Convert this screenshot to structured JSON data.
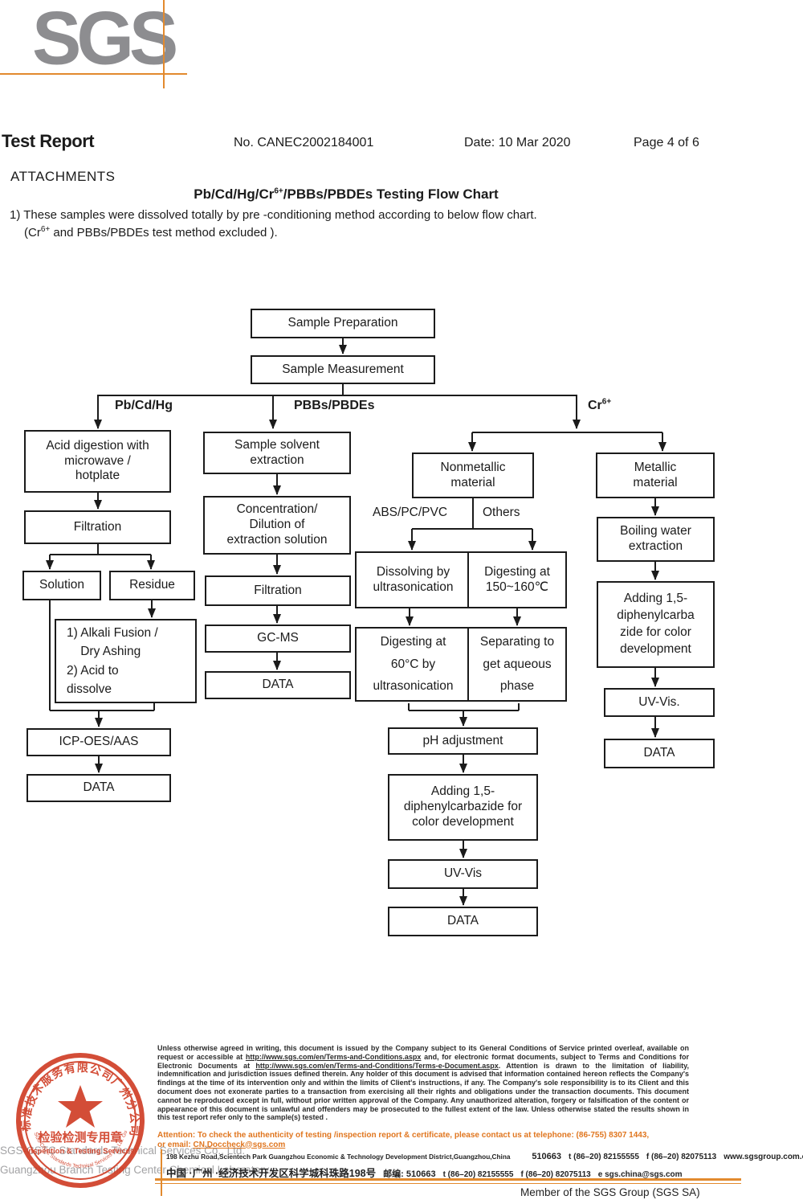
{
  "header": {
    "logo_text": "SGS",
    "title": "Test Report",
    "report_no": "No. CANEC2002184001",
    "date": "Date: 10 Mar 2020",
    "page": "Page 4 of 6"
  },
  "attachments": {
    "heading": "ATTACHMENTS",
    "chart_title": {
      "pre": "Pb/Cd/Hg/Cr",
      "sup": "6+",
      "post": "/PBBs/PBDEs Testing Flow Chart"
    },
    "note1": "1) These samples were dissolved totally by pre -conditioning method according to below flow chart.",
    "note2": {
      "pre": "(Cr",
      "sup": "6+",
      "post": " and PBBs/PBDEs test method excluded )."
    }
  },
  "flowchart": {
    "branch_labels": {
      "left": "Pb/Cd/Hg",
      "middle": "PBBs/PBDEs",
      "right_base": "Cr",
      "right_sup": "6+",
      "abs_pc_pvc": "ABS/PC/PVC",
      "others": "Others"
    },
    "boxes": {
      "sample_preparation": "Sample Preparation",
      "sample_measurement": "Sample Measurement",
      "acid_digestion": "Acid digestion with\nmicrowave /\nhotplate",
      "filtration_left": "Filtration",
      "solution": "Solution",
      "residue": "Residue",
      "alkali": "1) Alkali Fusion /\n    Dry Ashing\n2) Acid to\ndissolve",
      "icp_oes_aas": "ICP-OES/AAS",
      "data_left": "DATA",
      "sample_solvent_extraction": "Sample solvent\nextraction",
      "concentration_dilution": "Concentration/\nDilution of\nextraction solution",
      "filtration_mid": "Filtration",
      "gc_ms": "GC-MS",
      "data_mid": "DATA",
      "nonmetallic": "Nonmetallic\nmaterial",
      "metallic": "Metallic\nmaterial",
      "dissolving_ultrasonication": "Dissolving by\nultrasonication",
      "digesting_150_160": "Digesting at\n150~160℃",
      "digesting_60": "Digesting at\n60°C by\nultrasonication",
      "separating_aqueous": "Separating to\nget aqueous\nphase",
      "ph_adjustment": "pH adjustment",
      "adding_dpc_mid": "Adding 1,5-\ndiphenylcarbazide for\ncolor development",
      "uv_vis_mid": "UV-Vis",
      "data_bottom": "DATA",
      "boiling_water": "Boiling water\nextraction",
      "adding_dpc_right": "Adding 1,5-\ndiphenylcarba\nzide for color\ndevelopment",
      "uv_vis_right": "UV-Vis.",
      "data_right": "DATA"
    }
  },
  "footer": {
    "stamp": {
      "arc_top": "标准技术服务有限公司广州分公司",
      "center_cn": "检验检测专用章",
      "center_en": "Inspection & Testing Services",
      "arc_bottom": "SGS-CSTC Standards Technical Services Co.,Ltd. Guangzhou Branch",
      "red": "#cf3a22"
    },
    "company_line1": "SGS-CSTC Standards Technical Services Co., Ltd.",
    "company_line2": "Guangzhou Branch Testing Center Chemical Laboratory.",
    "disclaimer": {
      "t1": "Unless otherwise agreed in writing, this document is issued by the Company subject to its General Conditions of Service printed overleaf, available on request or accessible at ",
      "url1": "http://www.sgs.com/en/Terms-and-Conditions.aspx",
      "t2": " and, for electronic format documents, subject to Terms and Conditions for Electronic Documents at ",
      "url2": "http://www.sgs.com/en/Terms-and-Conditions/Terms-e-Document.aspx",
      "t3": ". Attention is drawn to the limitation of liability, indemnification and jurisdiction issues defined therein. Any holder of this document is advised that information contained hereon reflects the Company's findings at the time of its intervention only and within the limits of Client's instructions, if any. The Company's sole responsibility is to its Client and this document does not exonerate parties to a transaction from exercising all their rights and obligations under the transaction documents. This document cannot be reproduced except in full, without prior written approval of the Company. Any unauthorized alteration, forgery or falsification of the content or appearance of this document is unlawful and offenders may be prosecuted to the fullest extent of the law. Unless otherwise stated the results shown in this test report refer only to the sample(s) tested ."
    },
    "attention": {
      "line1": "Attention: To check the authenticity of testing /inspection report & certificate, please contact us at telephone: (86-755) 8307 1443,",
      "line2_prefix": "or email: ",
      "email": "CN.Doccheck@sgs.com"
    },
    "address": {
      "line1": {
        "street": "198 Kezhu Road,Scientech Park Guangzhou Economic & Technology Development District,Guangzhou,China",
        "postal": "510663",
        "tel": "t (86–20) 82155555",
        "fax": "f (86–20) 82075113",
        "web": "www.sgsgroup.com.cn"
      },
      "line2": {
        "street": "中国 ·广州 ·经济技术开发区科学城科珠路198号",
        "postal": "邮编: 510663",
        "tel": "t (86–20) 82155555",
        "fax": "f (86–20) 82075113",
        "email": "e  sgs.china@sgs.com"
      }
    },
    "member": "Member of the SGS Group (SGS SA)"
  }
}
